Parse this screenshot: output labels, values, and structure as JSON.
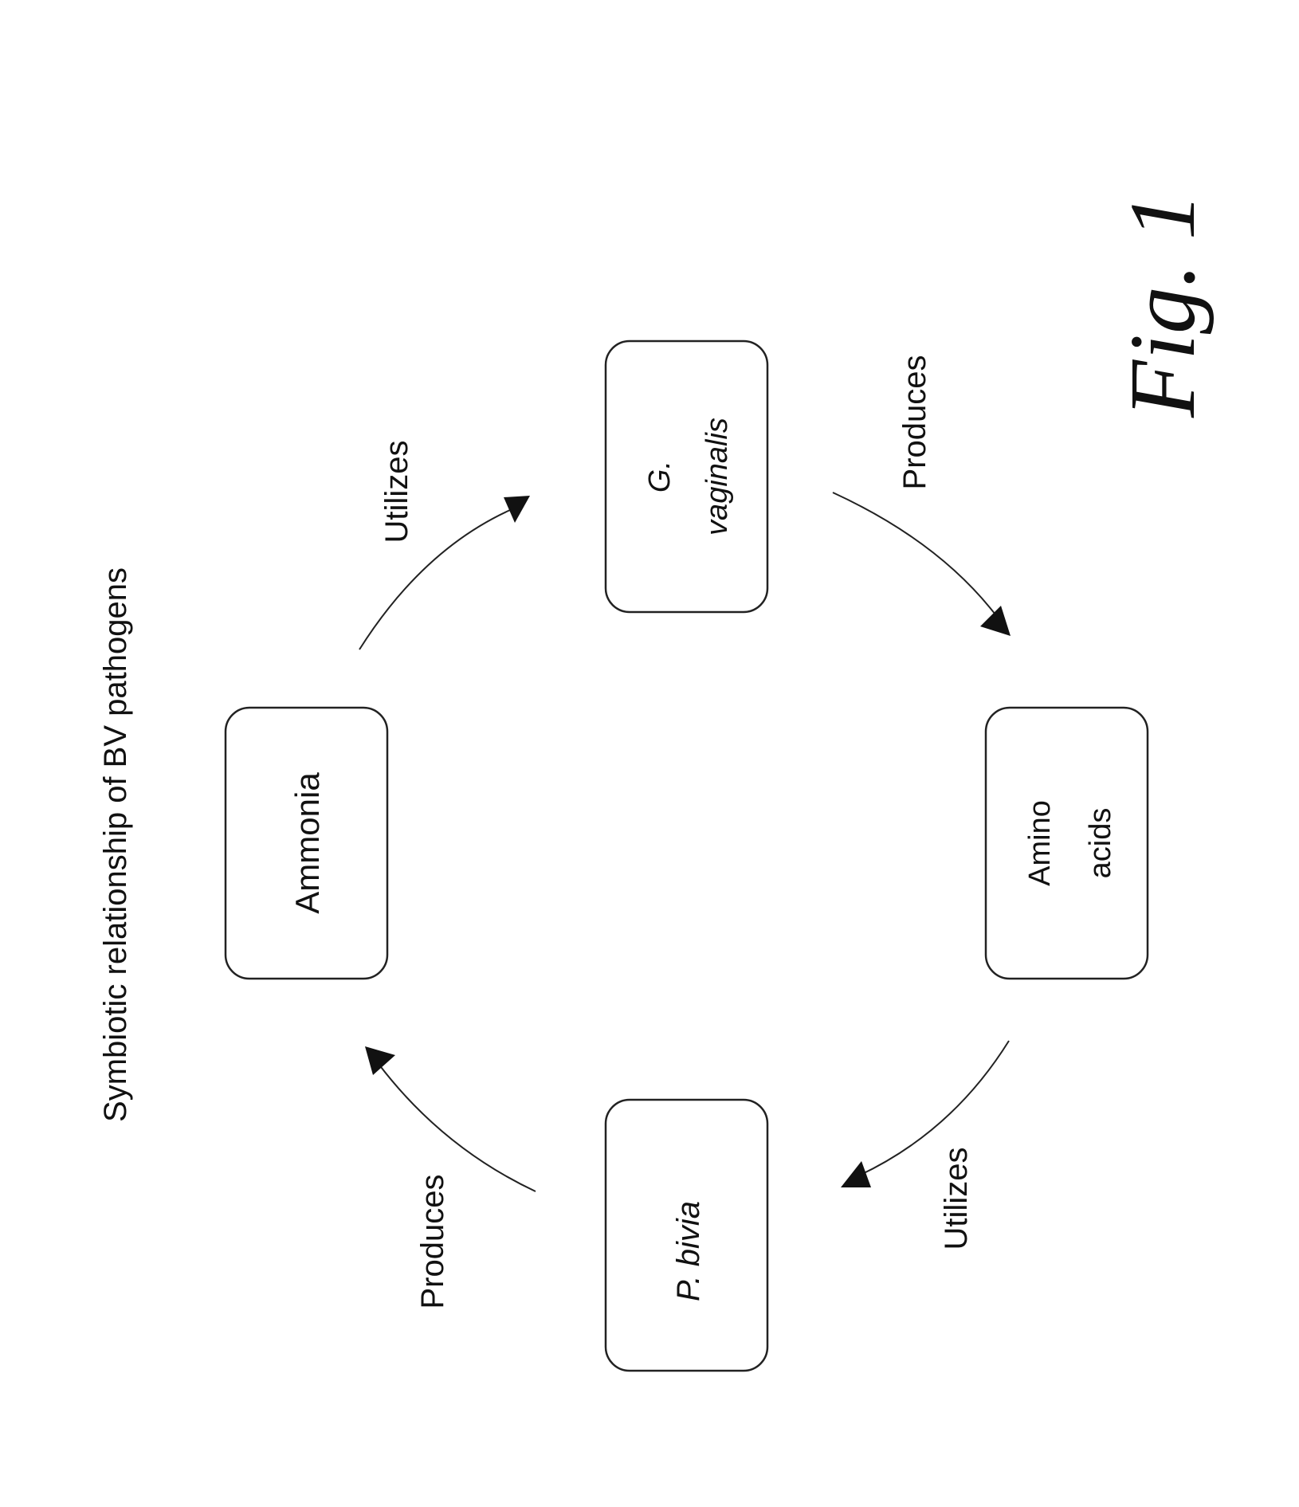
{
  "title": "Symbiotic relationship of BV pathogens",
  "figure_label": "Fig. 1",
  "nodes": {
    "g_vaginalis": {
      "line1": "G.",
      "line2": "vaginalis"
    },
    "amino_acids": {
      "line1": "Amino",
      "line2": "acids"
    },
    "p_bivia": {
      "label": "P. bivia"
    },
    "ammonia": {
      "label": "Ammonia"
    }
  },
  "edges": {
    "g_vaginalis_to_amino_acids": {
      "label": "Produces"
    },
    "amino_acids_to_p_bivia": {
      "label": "Utilizes"
    },
    "p_bivia_to_ammonia": {
      "label": "Produces"
    },
    "ammonia_to_g_vaginalis": {
      "label": "Utilizes"
    }
  }
}
